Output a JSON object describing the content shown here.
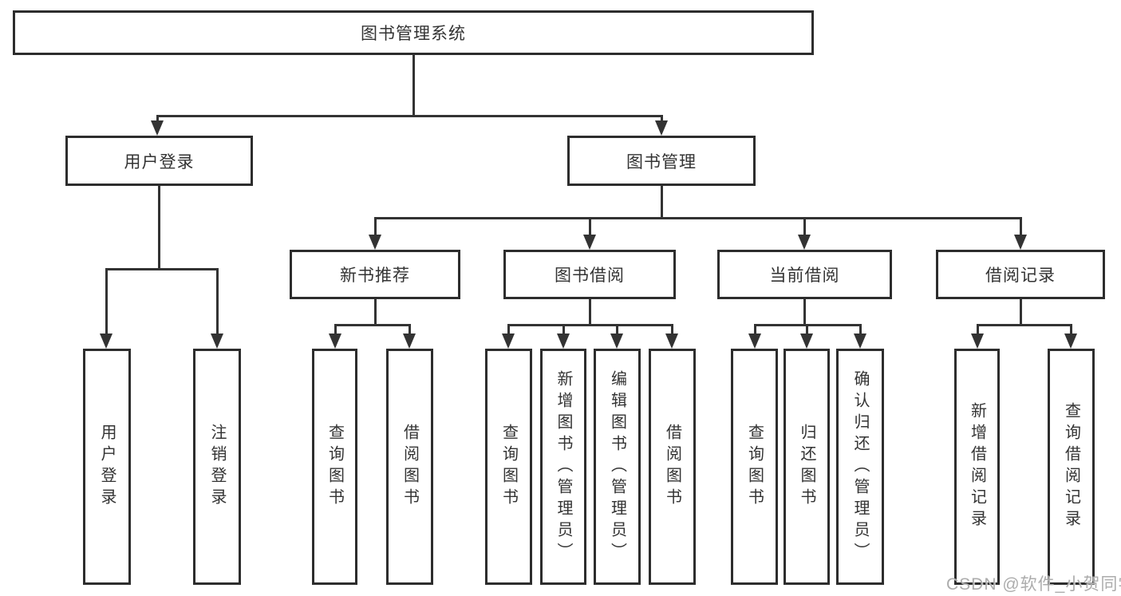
{
  "tree": {
    "label": "图书管理系统",
    "children": [
      {
        "label": "用户登录",
        "children": [
          {
            "label": "用户登录"
          },
          {
            "label": "注销登录"
          }
        ]
      },
      {
        "label": "图书管理",
        "children": [
          {
            "label": "新书推荐",
            "children": [
              {
                "label": "查询图书"
              },
              {
                "label": "借阅图书"
              }
            ]
          },
          {
            "label": "图书借阅",
            "children": [
              {
                "label": "查询图书"
              },
              {
                "label": "新增图书（管理员）"
              },
              {
                "label": "编辑图书（管理员）"
              },
              {
                "label": "借阅图书"
              }
            ]
          },
          {
            "label": "当前借阅",
            "children": [
              {
                "label": "查询图书"
              },
              {
                "label": "归还图书"
              },
              {
                "label": "确认归还（管理员）"
              }
            ]
          },
          {
            "label": "借阅记录",
            "children": [
              {
                "label": "新增借阅记录"
              },
              {
                "label": "查询借阅记录"
              }
            ]
          }
        ]
      }
    ]
  },
  "watermark": {
    "text": "CSDN @软件_小贺同学"
  },
  "colors": {
    "background": "#ffffff",
    "line": "#333333",
    "box_border": "#2d2d2d",
    "text": "#333333",
    "watermark": "#a8a8a8"
  }
}
